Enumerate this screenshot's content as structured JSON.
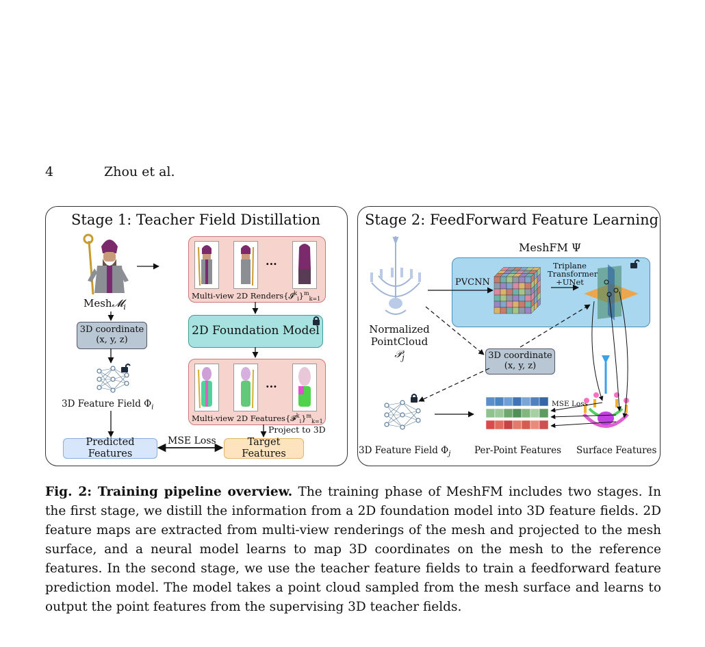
{
  "header": {
    "page_number": "4",
    "authors": "Zhou et al."
  },
  "stage1": {
    "title": "Stage 1: Teacher Field Distillation",
    "mesh_label": "Mesh",
    "mesh_symbol": "𝓜",
    "mesh_sub": "i",
    "renders_label": "Multi-view 2D Renders{𝓘",
    "renders_sup": "k",
    "renders_sub": "i",
    "renders_tail": "}",
    "renders_range_sup": "m",
    "renders_range_sub": "k=1",
    "foundation_label": "2D Foundation Model",
    "coord_line1": "3D coordinate",
    "coord_line2": "(x, y, z)",
    "field_label": "3D Feature Field Φ",
    "field_sub": "i",
    "features_label": "Multi-view 2D Features{𝓕",
    "features_sup": "k",
    "features_sub": "i",
    "features_tail": "}",
    "features_range_sup": "m",
    "features_range_sub": "k=1",
    "project_label": "Project to 3D",
    "predicted_label": "Predicted Features",
    "target_label": "Target Features",
    "loss_label": "MSE Loss",
    "ellipsis": "···"
  },
  "stage2": {
    "title": "Stage 2: FeedForward Feature Learning",
    "model_label": "MeshFM Ψ",
    "pvcnn_label": "PVCNN",
    "triplane_line1": "Triplane",
    "triplane_line2": "Transformer",
    "triplane_line3": "+UNet",
    "pc_line1": "Normalized",
    "pc_line2": "PointCloud",
    "pc_symbol": "𝒫",
    "pc_sub": "j",
    "coord_line1": "3D coordinate",
    "coord_line2": "(x, y, z)",
    "field_label": "3D Feature Field Φ",
    "field_sub": "j",
    "perpoint_label": "Per-Point Features",
    "surface_label": "Surface Features",
    "loss_label": "MSE Loss"
  },
  "caption": {
    "prefix": "Fig. 2: Training pipeline overview.",
    "text": " The training phase of MeshFM includes two stages. In the first stage, we distill the information from a 2D foundation model into 3D feature fields. 2D feature maps are extracted from multi-view renderings of the mesh and projected to the mesh surface, and a neural model learns to map 3D coordinates on the mesh to the reference features. In the second stage, we use the teacher feature fields to train a feedforward feature prediction model. The model takes a point cloud sampled from the mesh surface and learns to output the point features from the supervising 3D teacher fields."
  },
  "colors": {
    "renders_bg": "#f6d3cc",
    "foundation_bg": "#a8e2e0",
    "coord_bg": "#b9c6d3",
    "predicted_bg": "#d7e6fb",
    "target_bg": "#fde4bf",
    "model_bg": "#a9d7ef",
    "feature_row1": [
      "#5b8fc9",
      "#4a86c4",
      "#6f9fd6",
      "#3f74b6",
      "#7aa5d8",
      "#5080be",
      "#3566a8"
    ],
    "feature_row2": [
      "#8fc28f",
      "#9cc99a",
      "#6ea86e",
      "#4f8f58",
      "#7fb77f",
      "#a6d0a3",
      "#5e9b63"
    ],
    "feature_row3": [
      "#d94b4b",
      "#e06a5b",
      "#c84343",
      "#e27b6b",
      "#d55c4f",
      "#ea8a7a",
      "#cf5050"
    ]
  }
}
